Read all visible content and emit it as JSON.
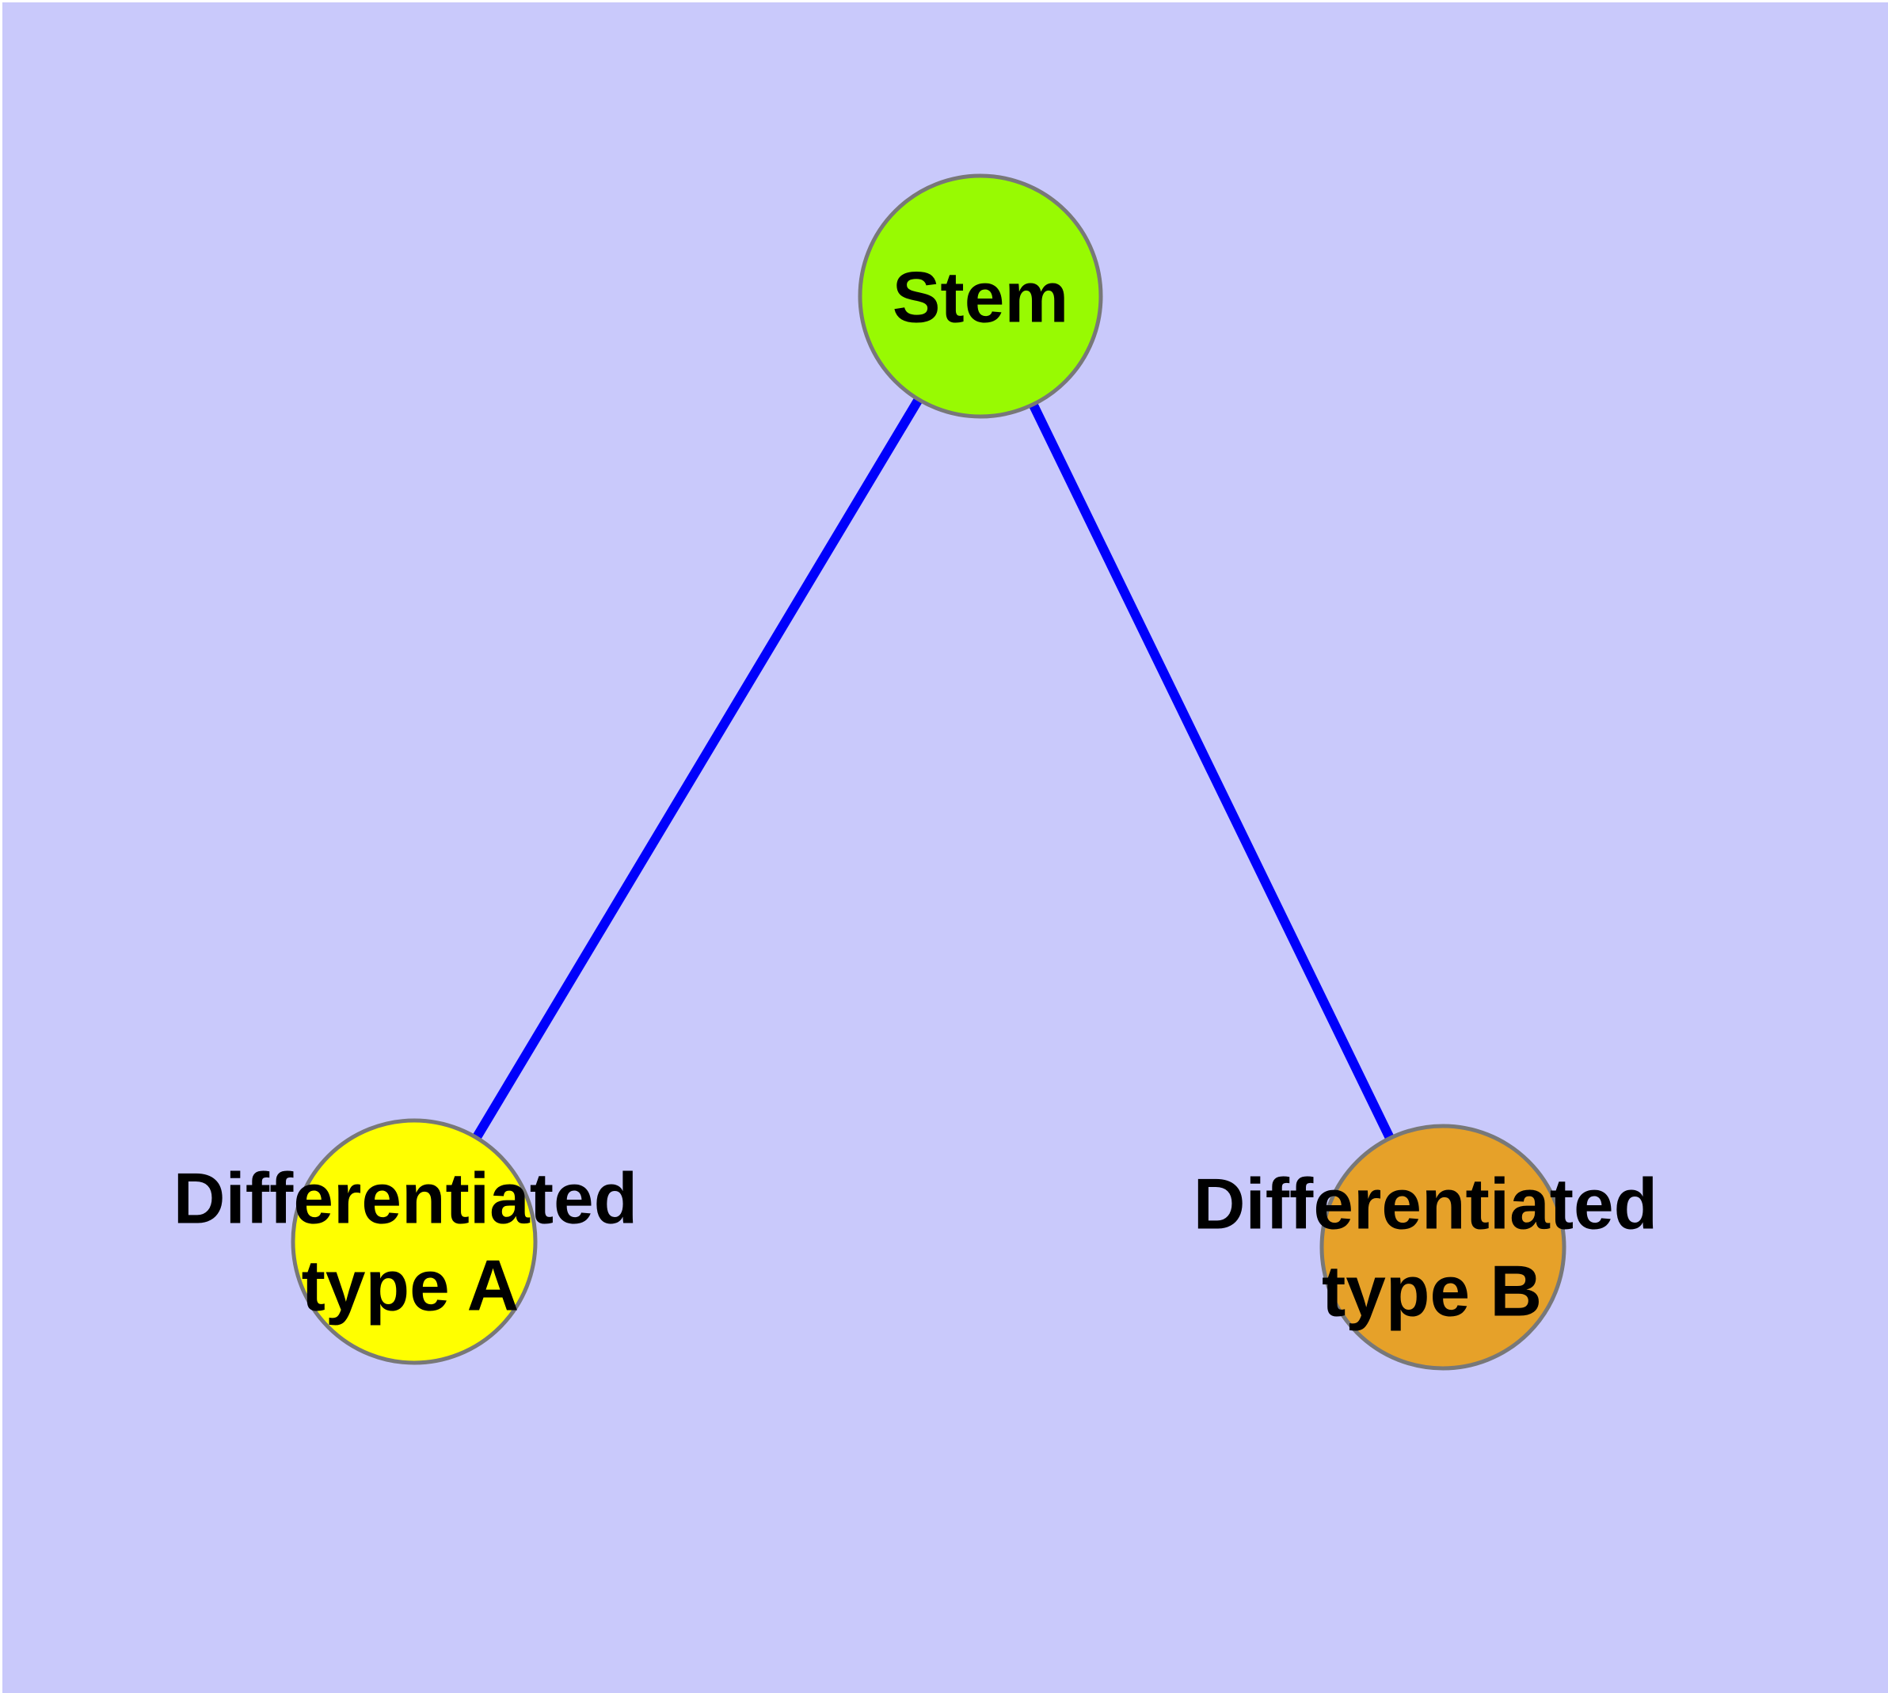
{
  "page": {
    "margin_color": "#FFFFFF",
    "background_color": "#C9C9FB"
  },
  "diagram": {
    "type": "graph",
    "edge_color": "#0000FB",
    "node_border_color": "#787878",
    "label_color": "#000000",
    "nodes": [
      {
        "id": "stem",
        "label": "Stem",
        "label_lines": [
          "Stem"
        ],
        "fill": "#98FA02"
      },
      {
        "id": "differentiated-type-a",
        "label": "Differentiated type A",
        "label_lines": [
          "Differentiated",
          "type A"
        ],
        "fill": "#FFFF00"
      },
      {
        "id": "differentiated-type-b",
        "label": "Differentiated type B",
        "label_lines": [
          "Differentiated",
          "type B"
        ],
        "fill": "#E6A129"
      }
    ],
    "edges": [
      {
        "from": "stem",
        "to": "differentiated-type-a"
      },
      {
        "from": "stem",
        "to": "differentiated-type-b"
      }
    ]
  }
}
